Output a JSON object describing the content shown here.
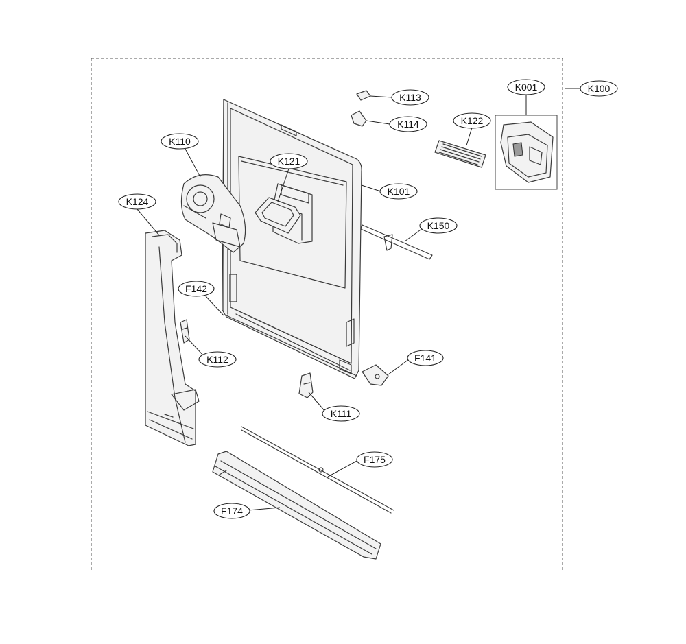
{
  "callouts": {
    "k001": "K001",
    "k100": "K100",
    "k101": "K101",
    "k110": "K110",
    "k111": "K111",
    "k112": "K112",
    "k113": "K113",
    "k114": "K114",
    "k121": "K121",
    "k122": "K122",
    "k124": "K124",
    "k150": "K150",
    "f141": "F141",
    "f142": "F142",
    "f174": "F174",
    "f175": "F175"
  }
}
